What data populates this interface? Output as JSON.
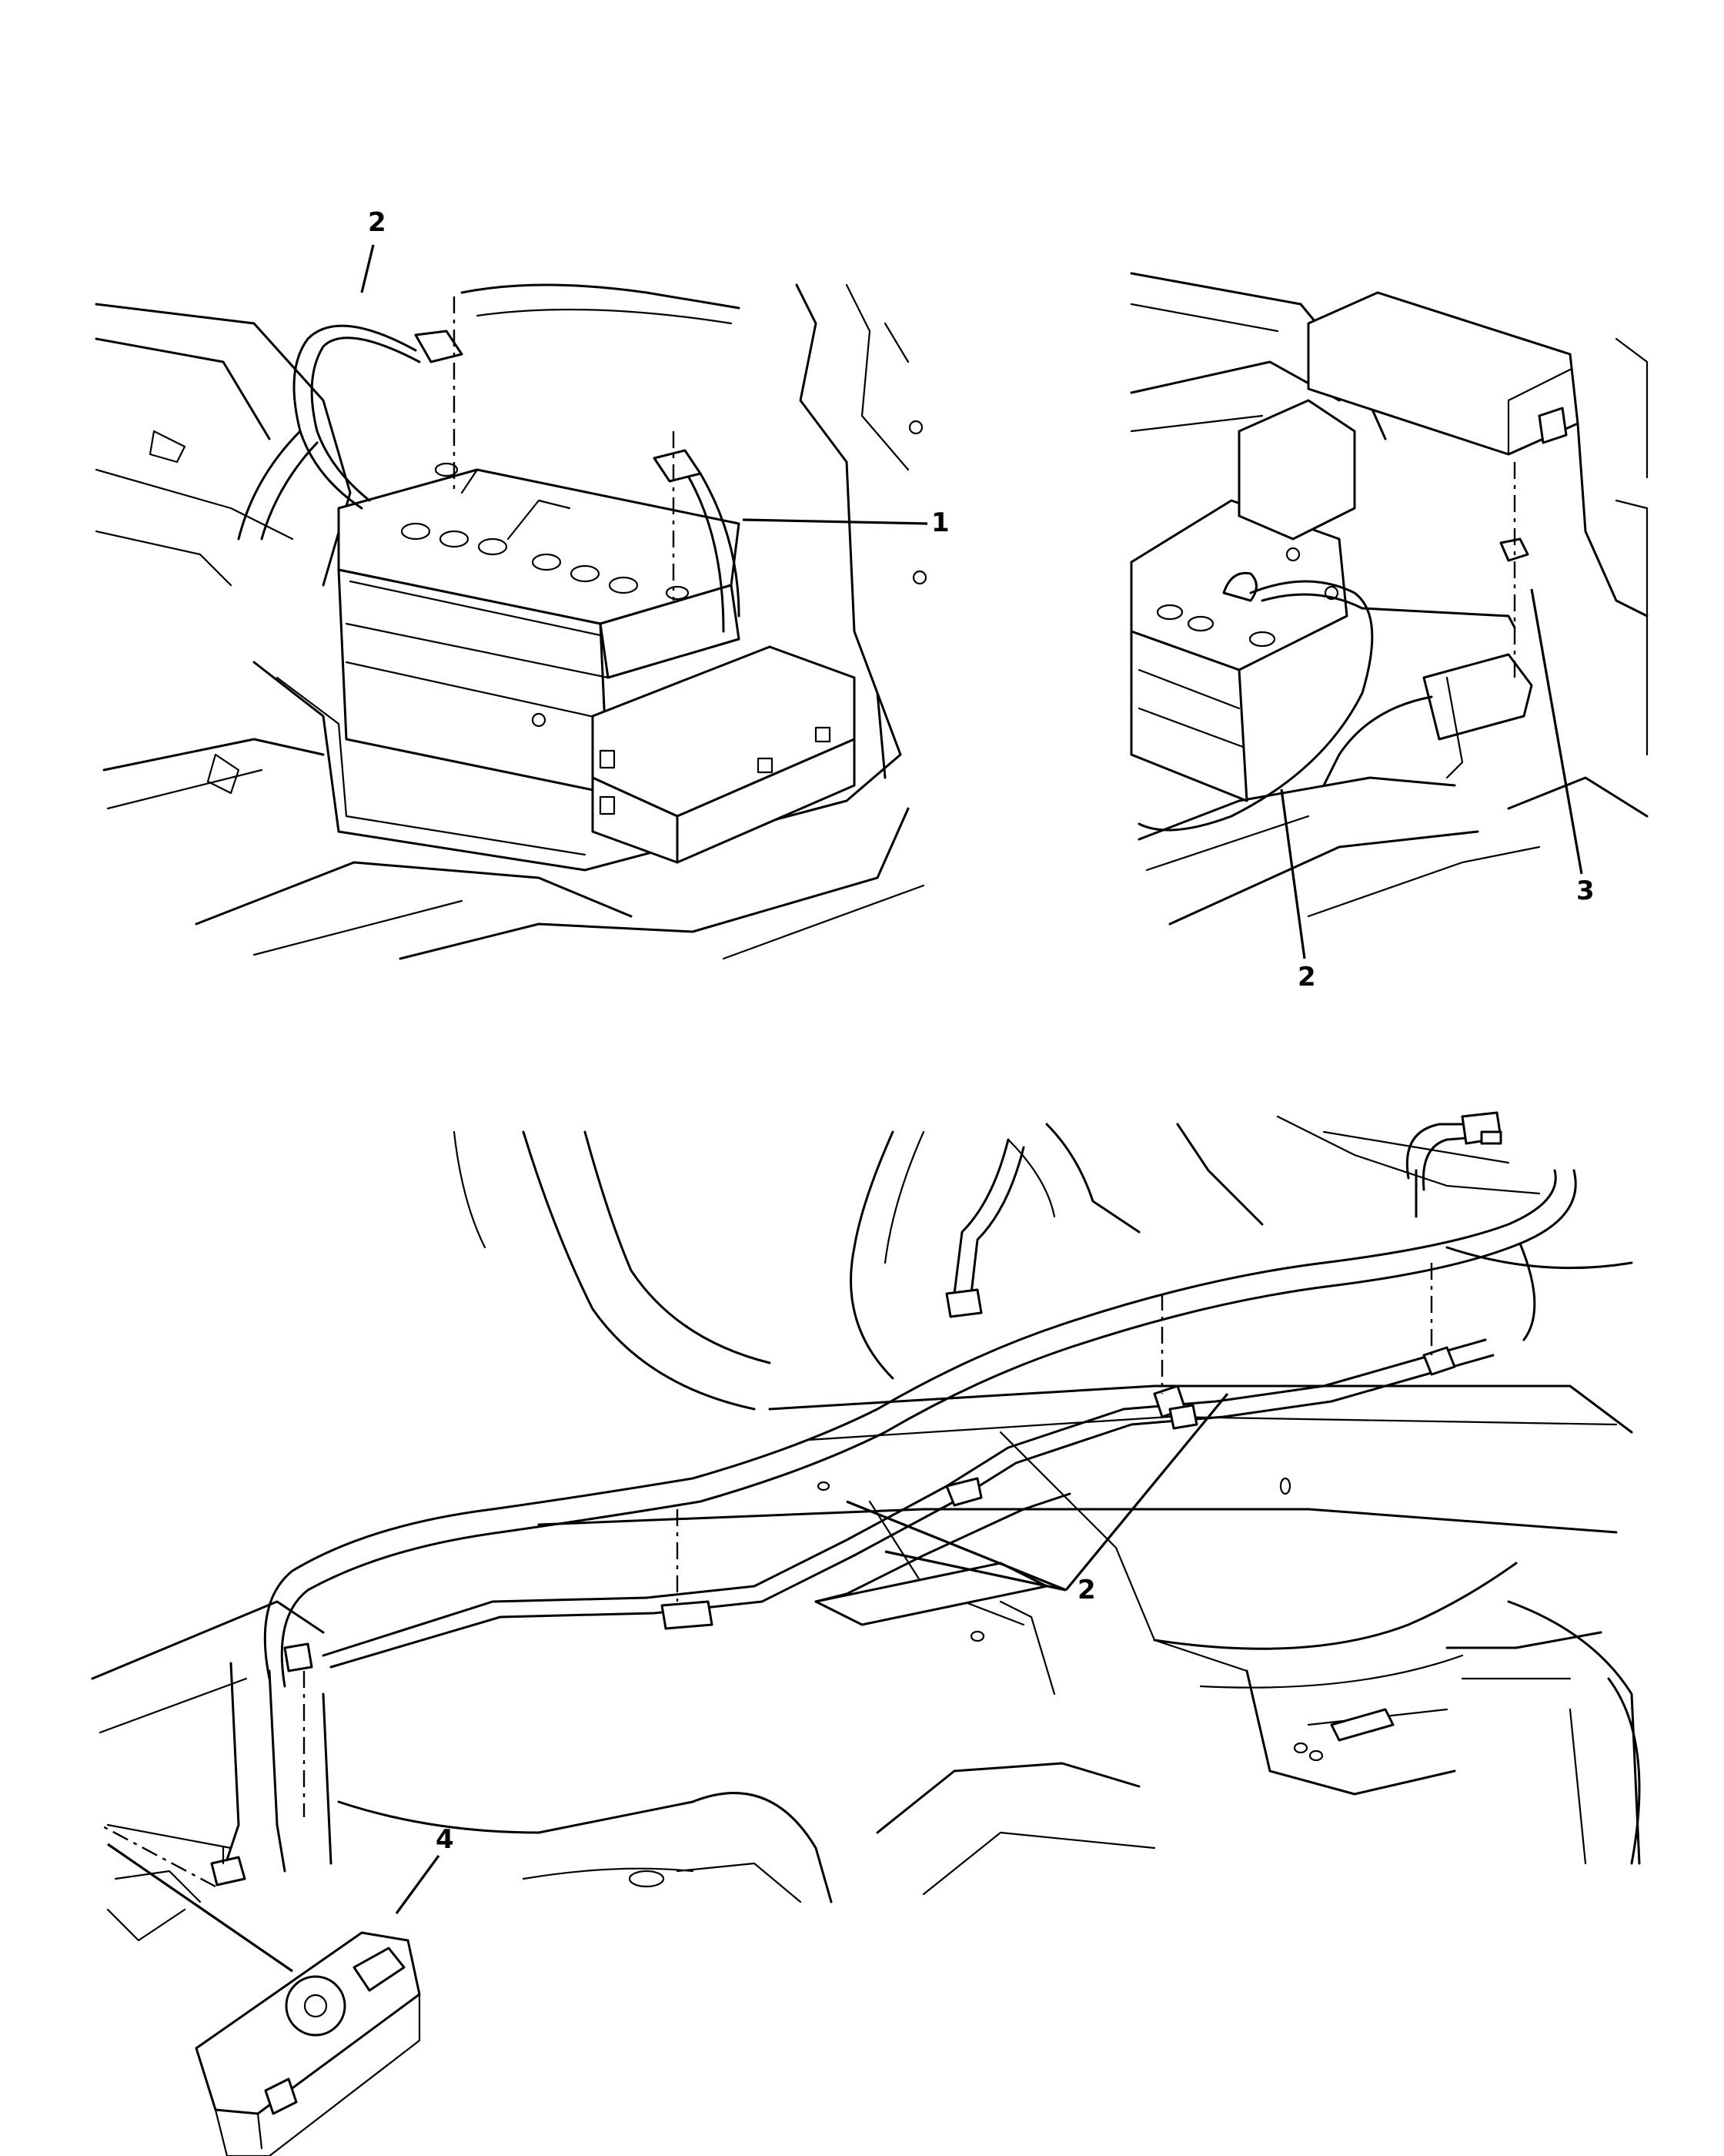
{
  "callouts": {
    "top_left_2": "2",
    "top_left_1": "1",
    "top_right_3": "3",
    "top_right_2": "2",
    "bottom_2": "2",
    "bottom_4": "4"
  }
}
